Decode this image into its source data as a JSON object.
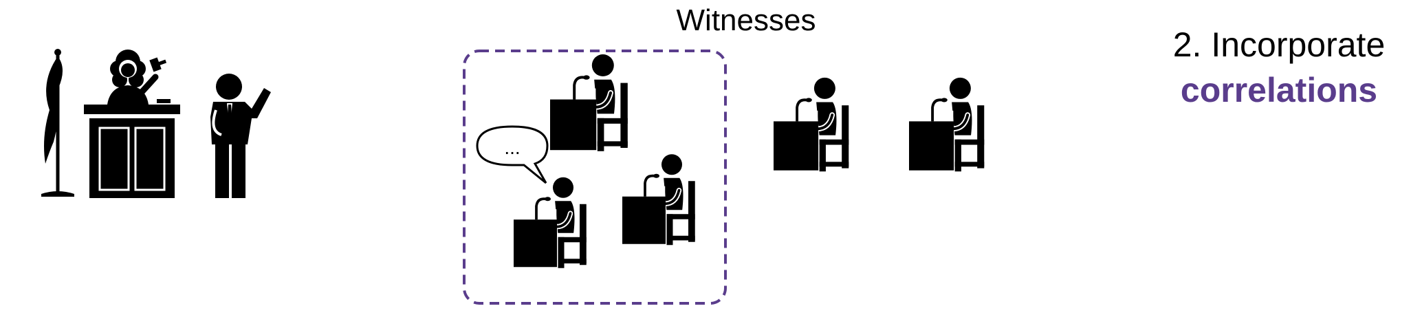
{
  "group": {
    "title": "Witnesses",
    "bubble_text": "..."
  },
  "step": {
    "line1": "2. Incorporate",
    "line2": "correlations"
  },
  "colors": {
    "accent": "#5a3d8c",
    "figure": "#000000"
  },
  "icons": [
    "flag-icon",
    "judge-icon",
    "lawyer-icon",
    "witness-icon",
    "speech-bubble-icon"
  ]
}
